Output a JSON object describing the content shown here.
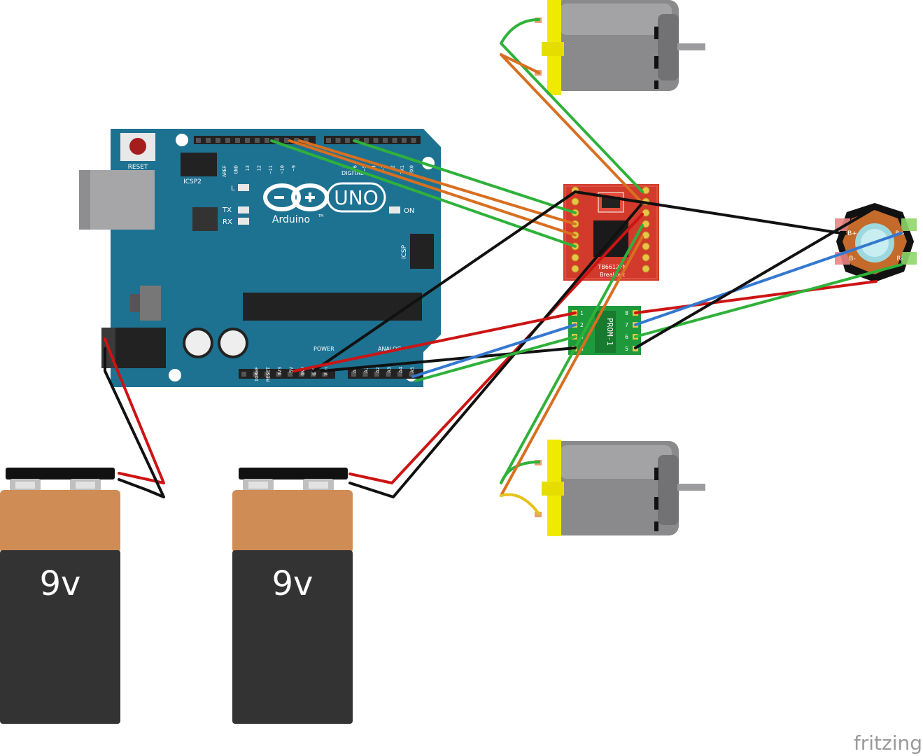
{
  "arduino": {
    "reset_label": "RESET",
    "icsp2_label": "ICSP2",
    "icsp_label": "ICSP",
    "uno_label": "UNO",
    "brand_label": "Arduino",
    "tm": "TM",
    "on_label": "ON",
    "l_label": "L",
    "tx_label": "TX",
    "rx_label": "RX",
    "digital_label": "DIGITAL",
    "power_label": "POWER",
    "analog_label": "ANALOG",
    "header_top_left": [
      "AREF",
      "GND",
      "13",
      "12",
      "~11",
      "~10",
      "~9"
    ],
    "header_top_right": [
      "7",
      "~6",
      "~5",
      "4",
      "~3",
      "2",
      "TX1",
      "RX0"
    ],
    "header_bottom_power": [
      "IOREF",
      "RESET",
      "3V3",
      "5V",
      "GND",
      "GND",
      "Vin"
    ],
    "header_bottom_analog": [
      "A0",
      "A1",
      "A2",
      "A3",
      "A4",
      "A5"
    ]
  },
  "motor_driver": {
    "name_line1": "TB6612FN",
    "name_line2": "Breakout"
  },
  "expander": {
    "label": "PROM-1",
    "pins_left": [
      "1",
      "2",
      "3",
      "4"
    ],
    "pins_right": [
      "8",
      "7",
      "6",
      "5"
    ]
  },
  "rgb_led": {
    "pins": [
      "B+",
      "B-",
      "R+",
      "R-"
    ]
  },
  "battery_1": {
    "label": "9v"
  },
  "battery_2": {
    "label": "9v"
  },
  "watermark": "fritzing",
  "colors": {
    "board_blue": "#1d7291",
    "driver_red": "#d23a2b",
    "expander_green": "#1e9a3c",
    "battery_orange": "#cf8c55",
    "battery_dark": "#333333",
    "motor_gray": "#8a8a8c",
    "motor_yellow": "#f0ea00",
    "wire_green": "#2fb13a",
    "wire_orange": "#d86f20",
    "wire_red": "#cc1414",
    "wire_black": "#111111",
    "wire_blue": "#3478d0",
    "wire_yellow": "#e6c21a"
  }
}
